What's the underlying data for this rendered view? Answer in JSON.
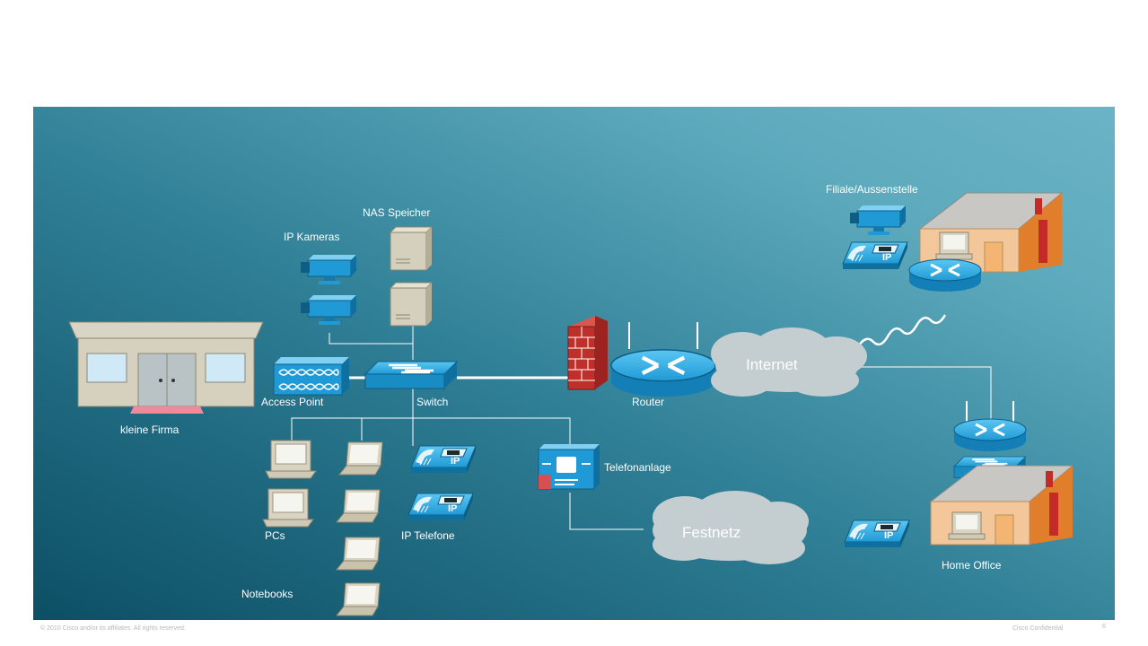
{
  "labels": {
    "nas": "NAS Speicher",
    "cameras": "IP Kameras",
    "access_point": "Access Point",
    "switch": "Switch",
    "router": "Router",
    "company": "kleine Firma",
    "pcs": "PCs",
    "ip_phones": "IP Telefone",
    "notebooks": "Notebooks",
    "pbx": "Telefonanlage",
    "internet": "Internet",
    "landline": "Festnetz",
    "branch": "Filiale/Aussenstelle",
    "home_office": "Home Office",
    "ip_badge": "IP"
  },
  "footer": {
    "copyright": "© 2010 Cisco and/or its affiliates. All rights reserved.",
    "confidential": "Cisco Confidential",
    "page": "6"
  },
  "colors": {
    "background_top": "#6bb3c6",
    "background_bottom": "#0c4f65",
    "device_blue": "#1f9ad6",
    "firewall_red": "#c0302b",
    "cloud": "#c4cdd0"
  }
}
